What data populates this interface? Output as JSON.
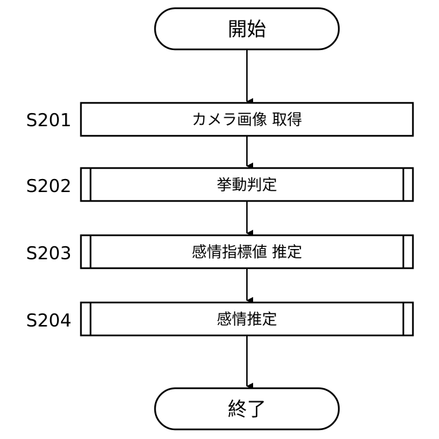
{
  "flowchart": {
    "start": {
      "label": "開始"
    },
    "end": {
      "label": "終了"
    },
    "steps": [
      {
        "id": "S201",
        "label": "カメラ画像 取得",
        "kind": "process"
      },
      {
        "id": "S202",
        "label": "挙動判定",
        "kind": "subroutine"
      },
      {
        "id": "S203",
        "label": "感情指標値 推定",
        "kind": "subroutine"
      },
      {
        "id": "S204",
        "label": "感情推定",
        "kind": "subroutine"
      }
    ]
  }
}
